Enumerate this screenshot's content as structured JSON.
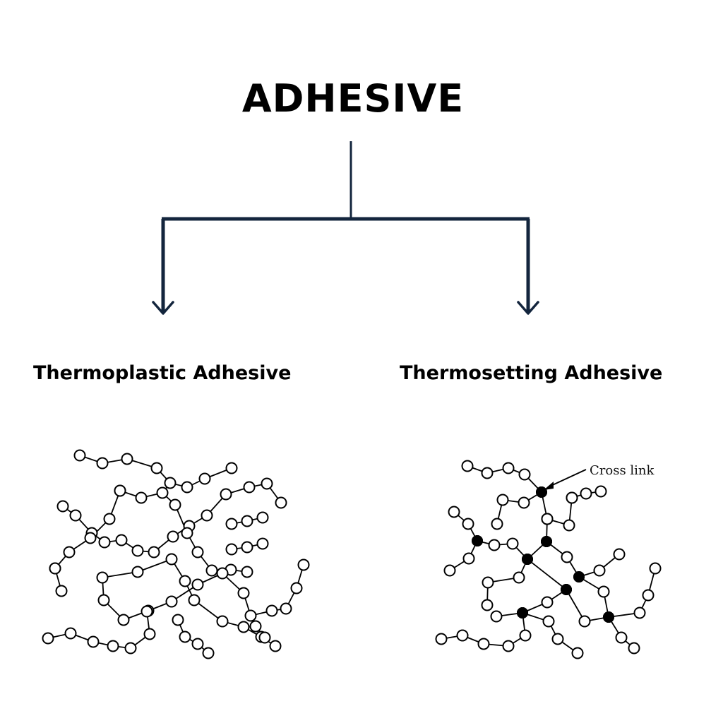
{
  "title": "ADHESIVE",
  "branches": {
    "left": {
      "label": "Thermoplastic Adhesive"
    },
    "right": {
      "label": "Thermosetting Adhesive",
      "annotation": "Cross link"
    }
  },
  "colors": {
    "tree_lines": "#13253d",
    "text": "#000000",
    "background": "#ffffff"
  }
}
